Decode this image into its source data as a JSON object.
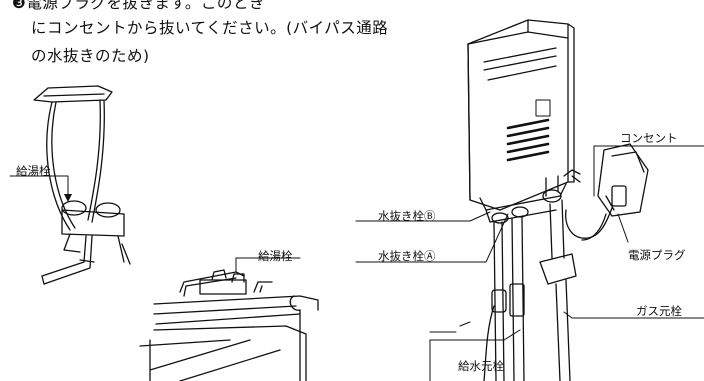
{
  "instructions": {
    "line1": "❸電源プラグを抜きます。このとき",
    "line2": "にコンセントから抜いてください。(バイパス通路",
    "line3": "の水抜きのため)"
  },
  "labels": {
    "faucet_left": "給湯栓",
    "faucet_sink": "給湯栓",
    "drain_plug_b": "水抜き栓Ⓑ",
    "drain_plug_a": "水抜き栓Ⓐ",
    "water_supply_valve": "給水元栓",
    "outlet": "コンセント",
    "power_plug": "電源プラグ",
    "gas_valve": "ガス元栓"
  }
}
